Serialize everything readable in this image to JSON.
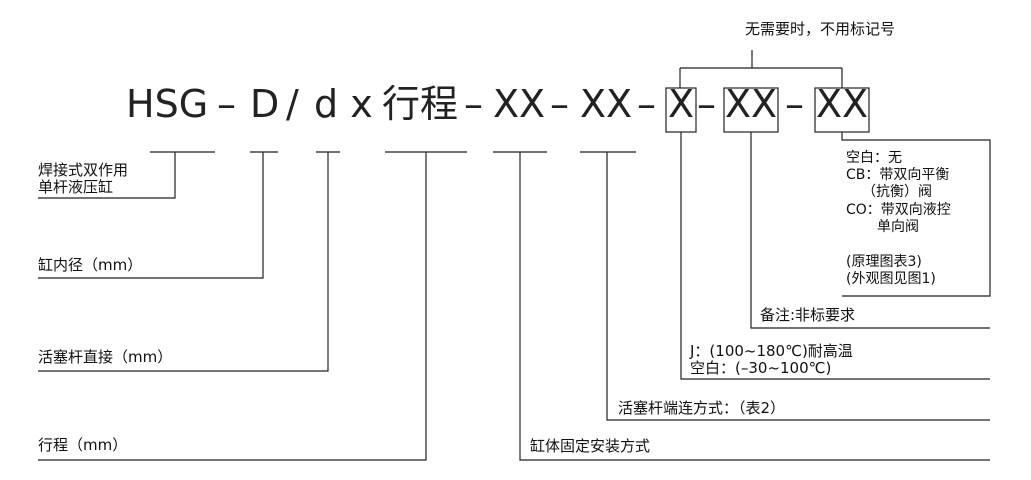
{
  "model_code": {
    "prefix": "HSG",
    "seg_d": "D",
    "seg_slash": "/",
    "seg_dx": "d x",
    "seg_stroke": "行程",
    "dash": "–",
    "seg_xx": "XX",
    "seg_x": "X"
  },
  "top_note": "无需要时，不用标记号",
  "labels": {
    "type_line1": "焊接式双作用",
    "type_line2": "单杆液压缸",
    "bore": "缸内径（mm）",
    "rod": "活塞杆直接（mm）",
    "stroke": "行程（mm）",
    "mount": "缸体固定安装方式",
    "rod_end": "活塞杆端连方式：（表2）",
    "temp_j": "J：(100~180℃)耐高温",
    "temp_blank": "空白：(–30~100℃)",
    "remark": "备注:非标要求",
    "valve_blank": "空白：无",
    "valve_cb1": "CB：带双向平衡",
    "valve_cb2": "（抗衡）阀",
    "valve_co1": "CO：带双向液控",
    "valve_co2": "单向阀",
    "ref1": "(原理图表3)",
    "ref2": "(外观图见图1)"
  }
}
